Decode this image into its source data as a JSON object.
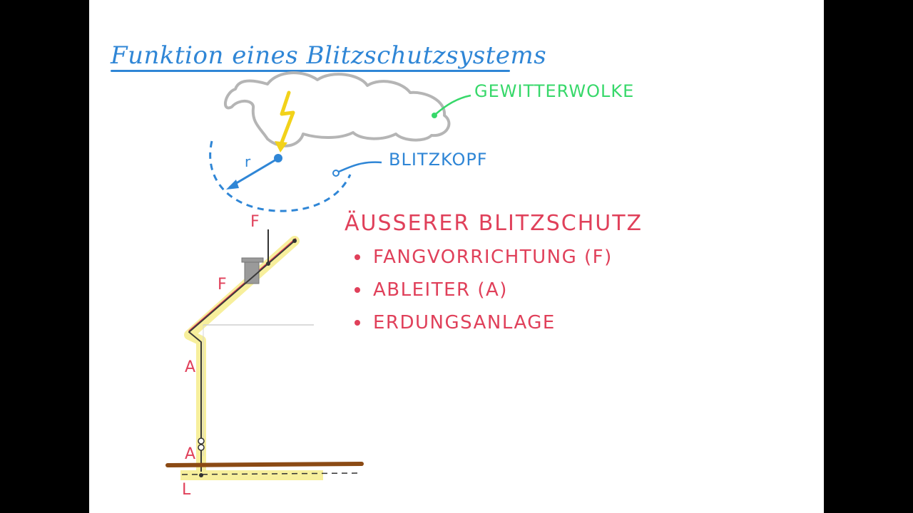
{
  "title": "Funktion eines Blitzschutzsystems",
  "labels": {
    "cloud": "Gewitterwolke",
    "lightning_head": "Blitzkopf",
    "radius": "r",
    "air_termination_top": "F",
    "air_termination_roof": "F",
    "down_conductor_upper": "A",
    "down_conductor_lower": "A",
    "earthing": "L"
  },
  "external_protection": {
    "title": "Äußerer Blitzschutz",
    "items": [
      "Fangvorrichtung (F)",
      "Ableiter (A)",
      "Erdungsanlage"
    ]
  },
  "colors": {
    "title": "#2f86d6",
    "cloud_outline": "#b5b5b5",
    "cloud_label": "#37d86a",
    "lightning": "#f2d21a",
    "blue_annotation": "#2f86d6",
    "red_annotation": "#e0405a",
    "highlight": "#f7ef9c",
    "ground": "#8b4a14"
  }
}
